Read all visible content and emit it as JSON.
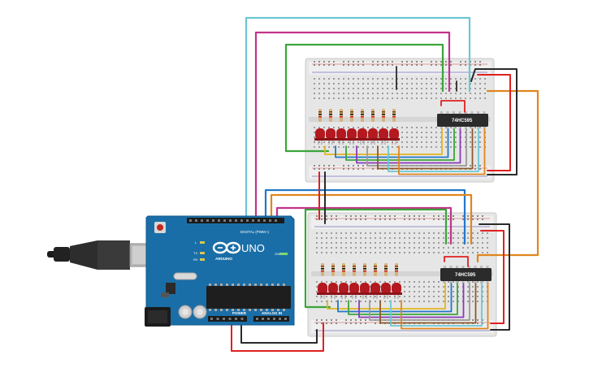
{
  "breadboard_top": {
    "chip_label": "74HC595"
  },
  "breadboard_bottom": {
    "chip_label": "74HC595"
  },
  "arduino": {
    "model_label": "UNO",
    "brand_label": "ARDUINO",
    "digital_label": "DIGITAL (PWM~)",
    "power_label": "POWER",
    "analog_label": "ANALOG IN",
    "led_labels": [
      "L",
      "TX",
      "RX"
    ],
    "on_label": "ON"
  },
  "colors": {
    "board": "#1a6ea7",
    "breadboard": "#e8e8e8",
    "chip": "#2b2b2b",
    "led": "#b3191f",
    "wire_cyan": "#6cc7d3",
    "wire_magenta": "#c2338b",
    "wire_green": "#3aa53a",
    "wire_orange": "#e0861e",
    "wire_red": "#e02020",
    "wire_black": "#2a2a2a",
    "wire_yellow": "#e3b51f",
    "wire_blue": "#2277c8",
    "wire_purple": "#8a3ab9",
    "wire_gray": "#9a9a9a",
    "wire_brown": "#8b5a2b"
  }
}
